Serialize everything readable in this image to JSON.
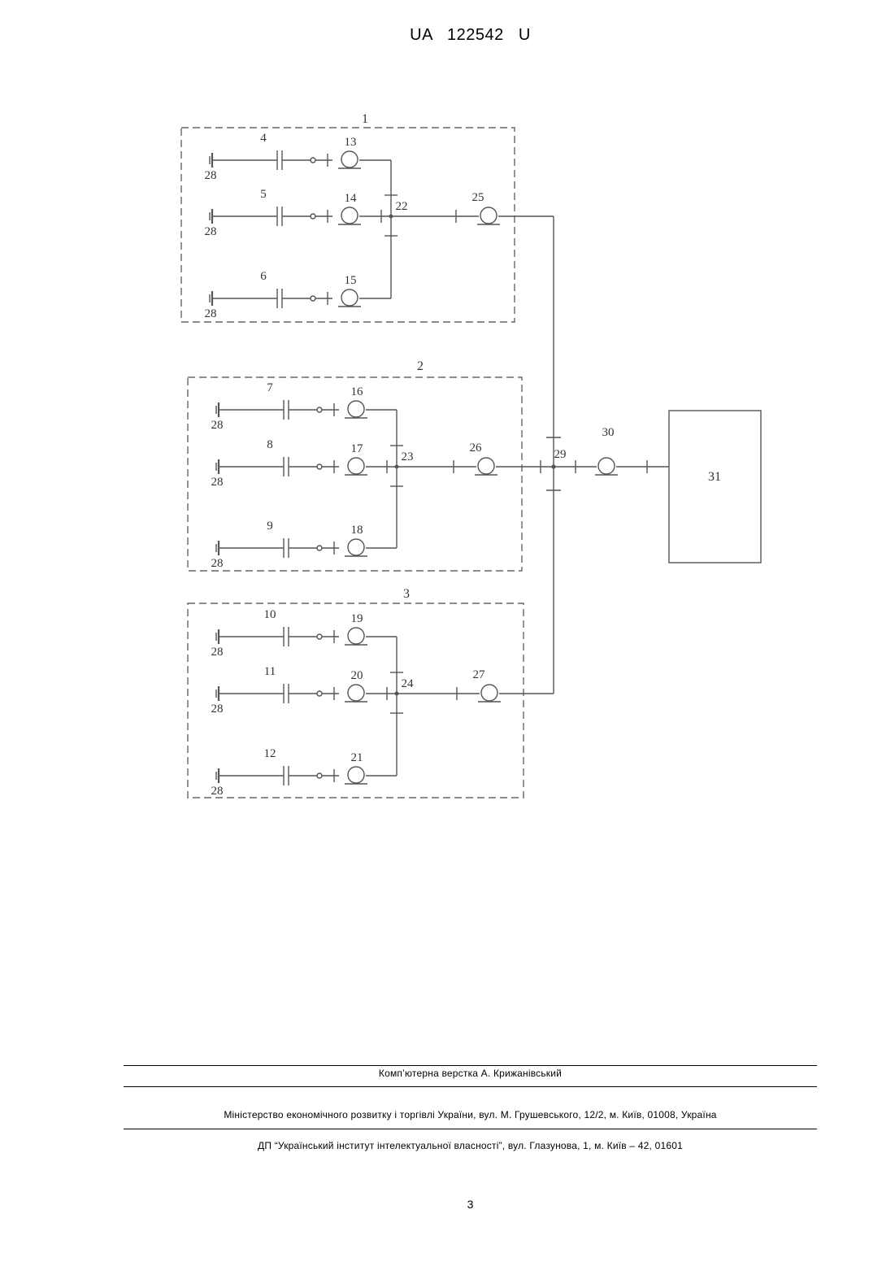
{
  "header": {
    "document_number": "UA   122542   U"
  },
  "diagram": {
    "groups": [
      {
        "label": "1",
        "capacitors": [
          "4",
          "5",
          "6"
        ],
        "transformers": [
          "13",
          "14",
          "15"
        ],
        "bus": "22",
        "output_transformer": "25",
        "ground_label": "28"
      },
      {
        "label": "2",
        "capacitors": [
          "7",
          "8",
          "9"
        ],
        "transformers": [
          "16",
          "17",
          "18"
        ],
        "bus": "23",
        "output_transformer": "26",
        "ground_label": "28"
      },
      {
        "label": "3",
        "capacitors": [
          "10",
          "11",
          "12"
        ],
        "transformers": [
          "19",
          "20",
          "21"
        ],
        "bus": "24",
        "output_transformer": "27",
        "ground_label": "28"
      }
    ],
    "main_bus": "29",
    "main_transformer": "30",
    "load_block": "31"
  },
  "footer": {
    "layout_credit": "Комп’ютерна верстка А. Крижанівський",
    "ministry": "Міністерство економічного розвитку і торгівлі України, вул. М. Грушевського, 12/2, м. Київ, 01008, Україна",
    "institute": "ДП “Український інститут інтелектуальної власності”, вул. Глазунова, 1, м. Київ – 42, 01601"
  },
  "page_number": "3"
}
